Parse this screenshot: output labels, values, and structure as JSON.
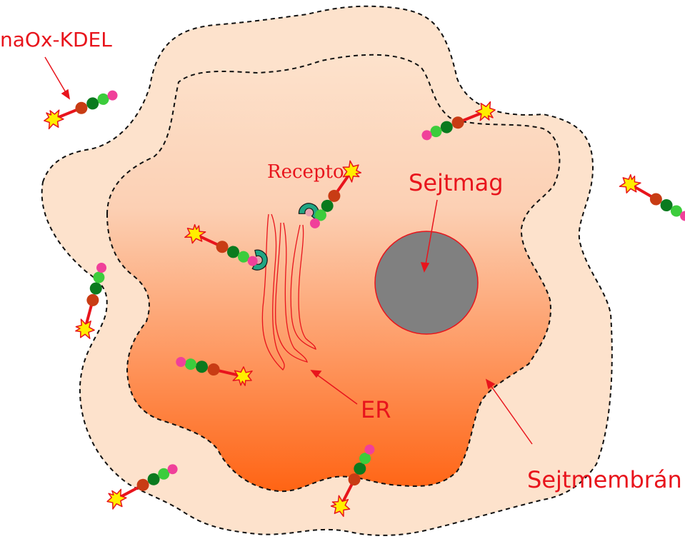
{
  "labels": {
    "probe": "naOx-KDEL",
    "receptor": "Recepto",
    "nucleus": "Sejtmag",
    "er": "ER",
    "membrane": "Sejtmembrán"
  },
  "colors": {
    "label_red": "#e8141c",
    "membrane_fill": "#fde2cc",
    "cytoplasm_top": "#fde2cc",
    "cytoplasm_bottom": "#ff6414",
    "nucleus_fill": "#808080",
    "nucleus_stroke": "#e8141c",
    "bead_red": "#c83c14",
    "bead_dark_green": "#0a7a1e",
    "bead_light_green": "#3ccc3c",
    "bead_pink": "#f0409a",
    "star_fill": "#ffee00",
    "receptor_fill": "#21a683",
    "receptor_inner": "#e8a0b0"
  },
  "icons": {
    "probe": "fluorescent-probe-icon",
    "star": "fluorophore-star-icon",
    "receptor": "receptor-cup-icon"
  }
}
